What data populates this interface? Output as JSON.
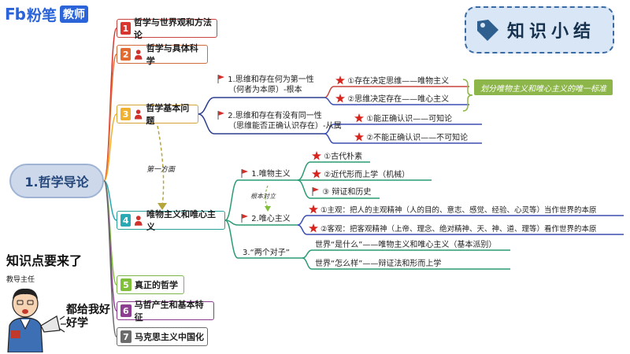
{
  "brand": {
    "mark": "Fb",
    "name": "粉笔",
    "badge": "教师"
  },
  "summary_tag": {
    "text": "知识小结",
    "icon": "tag-icon"
  },
  "root": {
    "label": "1.哲学导论"
  },
  "nodes": [
    {
      "num": "1",
      "label": "哲学与世界观和方法论",
      "color": "#d9352e"
    },
    {
      "num": "2",
      "label": "哲学与具体科学",
      "color": "#e26b2f"
    },
    {
      "num": "3",
      "label": "哲学基本问题",
      "color": "#efb12f"
    },
    {
      "num": "4",
      "label": "唯物主义和唯心主义",
      "color": "#28a9b4"
    },
    {
      "num": "5",
      "label": "真正的哲学",
      "color": "#7fbf3a"
    },
    {
      "num": "6",
      "label": "马哲产生和基本特征",
      "color": "#8d3d92"
    },
    {
      "num": "7",
      "label": "马克思主义中国化",
      "color": "#6b6b6b"
    }
  ],
  "basic_question": {
    "q1": {
      "line1": "1.思维和存在何为第一性",
      "line2": "（何者为本原）-根本"
    },
    "q1_leaves": [
      "①存在决定思维——唯物主义",
      "②思维决定存在——唯心主义"
    ],
    "q2": {
      "line1": "2.思维和存在有没有同一性",
      "line2": "（思维能否正确认识存在）-从属"
    },
    "q2_leaves": [
      "①能正确认识——可知论",
      "②不能正确认识——不可知论"
    ],
    "note": "划分唯物主义和唯心主义的唯一标准"
  },
  "first_aspect": "第一方面",
  "materialism": {
    "label": "1.唯物主义",
    "leaves": [
      "①古代朴素",
      "②近代形而上学（机械）",
      "③ 辩证和历史"
    ],
    "opposition": "根本对立"
  },
  "idealism": {
    "label": "2.唯心主义",
    "leaves": [
      "①主观：把人的主观精神（人的目的、意志、感觉、经验、心灵等）当作世界的本原",
      "②客观：把客观精神（上帝、理念、绝对精神、天、神、道、理等）看作世界的本原"
    ]
  },
  "two_pairs": {
    "label": "3.“两个对子”",
    "leaves": [
      "世界“是什么”——唯物主义和唯心主义（基本派别）",
      "世界“怎么样”——辩证法和形而上学"
    ]
  },
  "teacher": {
    "title": "知识点要来了",
    "label": "教导主任",
    "shout": "都给我好好学"
  }
}
